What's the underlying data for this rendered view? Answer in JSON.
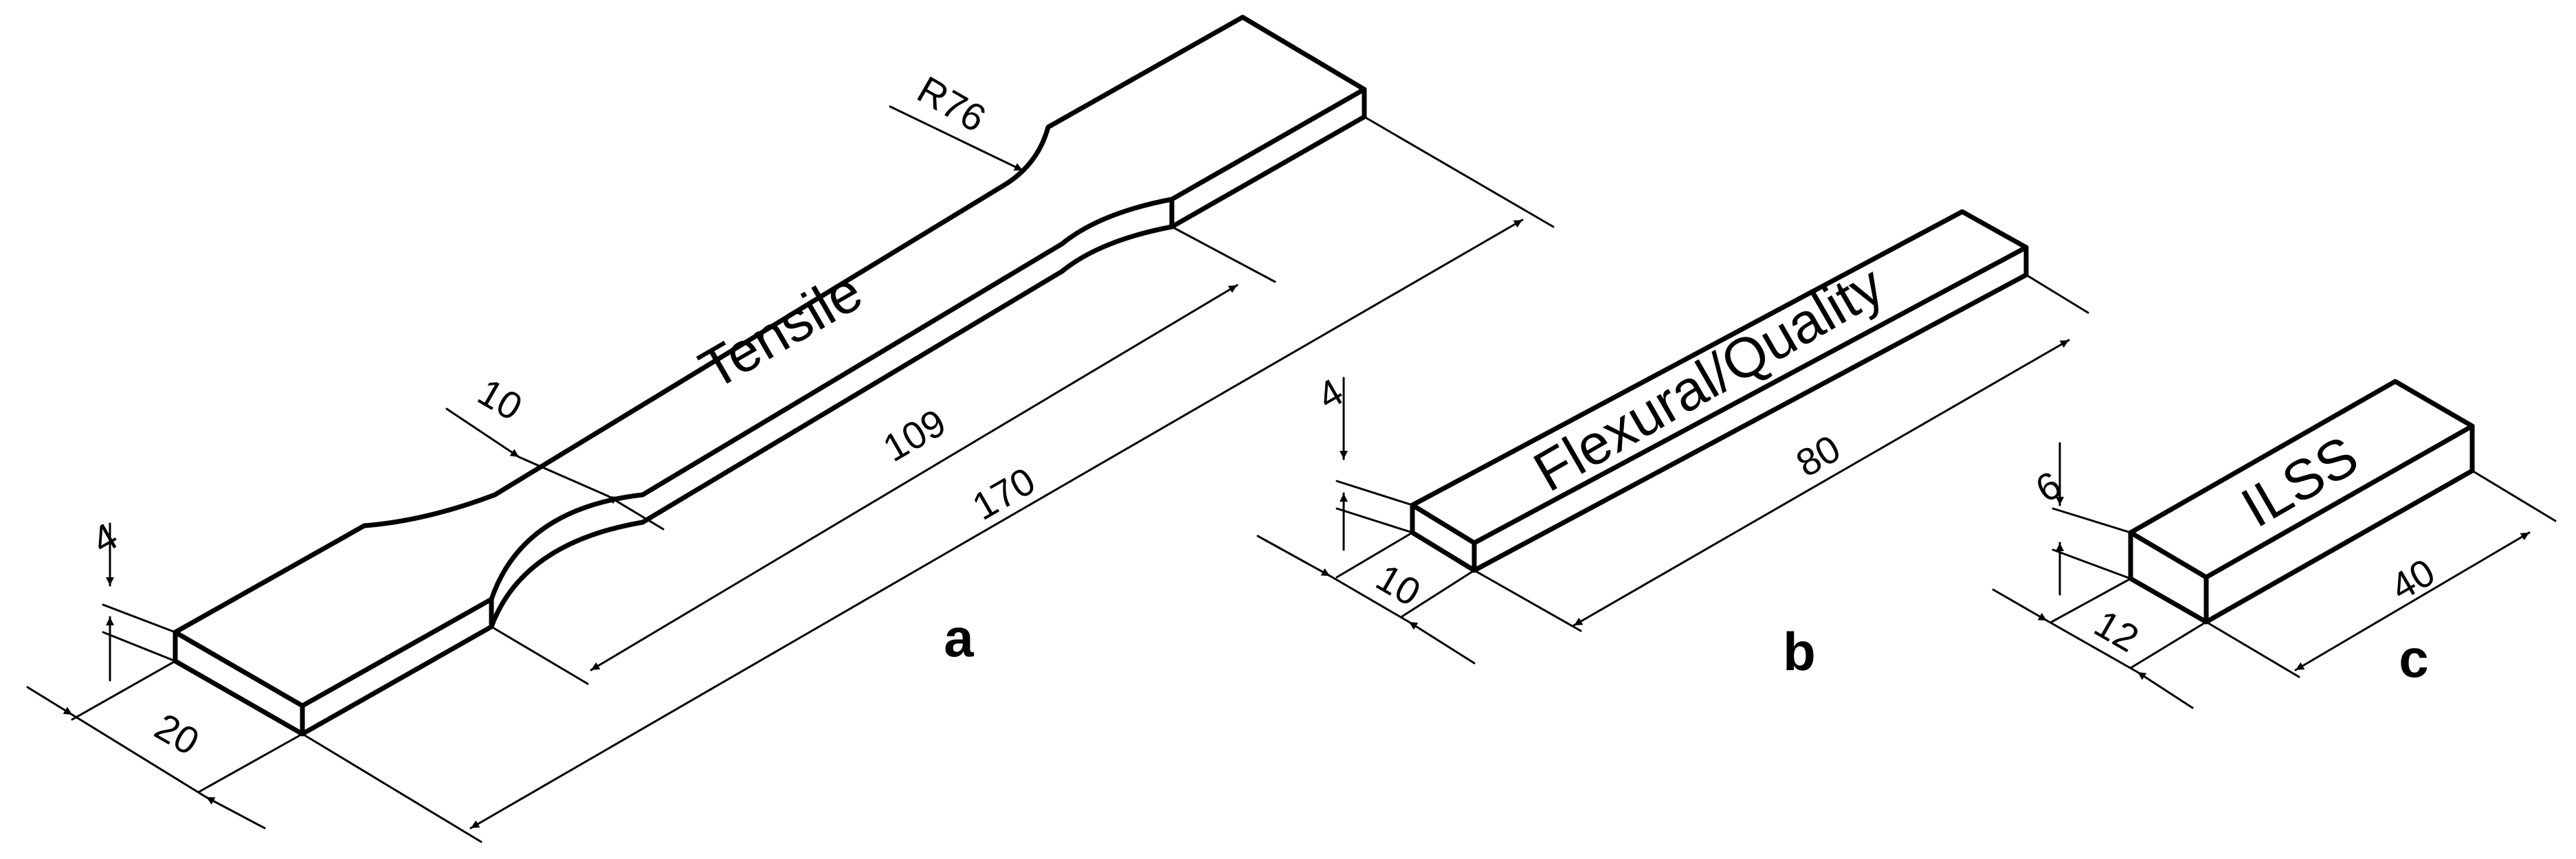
{
  "specimens": {
    "tensile": {
      "label": "Tensile",
      "dims": {
        "thickness": "4",
        "width": "20",
        "gauge_width": "10",
        "gauge_length": "109",
        "overall_length": "170",
        "radius": "R76"
      },
      "panel": "a"
    },
    "flexural": {
      "label": "Flexural/Quality",
      "dims": {
        "thickness": "4",
        "width": "10",
        "length": "80"
      },
      "panel": "b"
    },
    "ilss": {
      "label": "ILSS",
      "dims": {
        "thickness": "6",
        "width": "12",
        "length": "40"
      },
      "panel": "c"
    }
  }
}
